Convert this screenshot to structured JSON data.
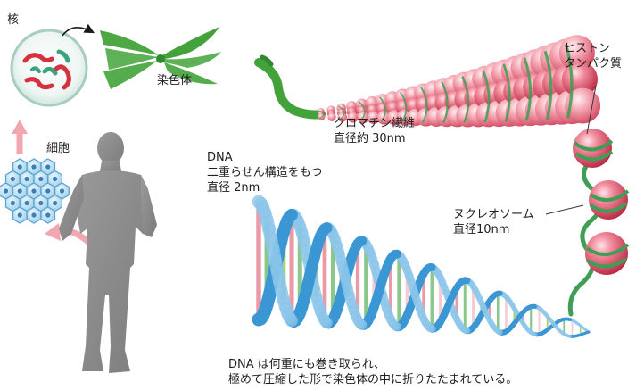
{
  "labels": {
    "nucleus": "核",
    "chromosome": "染色体",
    "cell": "細胞",
    "chromatin_fiber": {
      "line1": "クロマチン繊維",
      "line2": "直径約 30nm"
    },
    "histone_protein": {
      "line1": "ヒストン",
      "line2": "タンパク質"
    },
    "dna": {
      "line1": "DNA",
      "line2": "二重らせん構造をもつ",
      "line3": "直径 2nm"
    },
    "nucleosome": {
      "line1": "ヌクレオソーム",
      "line2": "直径10nm"
    },
    "caption": {
      "line1": "DNA は何重にも巻き取られ、",
      "line2": "極めて圧縮した形で染色体の中に折りたたまれている。"
    }
  },
  "colors": {
    "nucleus_membrane": "#a9ccc4",
    "chromosome_red": "#d6313f",
    "chromosome_green": "#3aa37b",
    "chromosome_body": "#43a33a",
    "cell_blue": "#5aa3cf",
    "human_silhouette": "#8c8c8c",
    "arrow_pink": "#f2a7b0",
    "histone_sphere": "#e25a6e",
    "dna_wrap_green": "#3e9e55",
    "dna_backbone_blue": "#3b96d4",
    "dna_base_pink": "#e8909e",
    "dna_base_green": "#9ccf6a"
  }
}
